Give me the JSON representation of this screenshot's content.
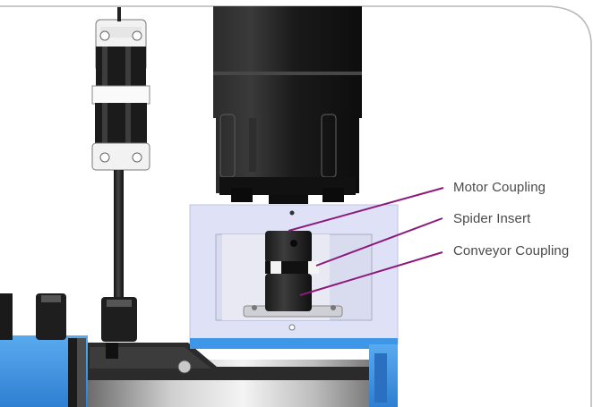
{
  "callouts": [
    {
      "label": "Motor Coupling"
    },
    {
      "label": "Spider Insert"
    },
    {
      "label": "Conveyor Coupling"
    }
  ],
  "colors": {
    "leader_line": "#8b1a7c",
    "frame_blue": "#3d97e6",
    "mount_plate": "#dcdff6",
    "motor_black": "#1e1e1e",
    "panel_border": "#b0b0b0"
  }
}
